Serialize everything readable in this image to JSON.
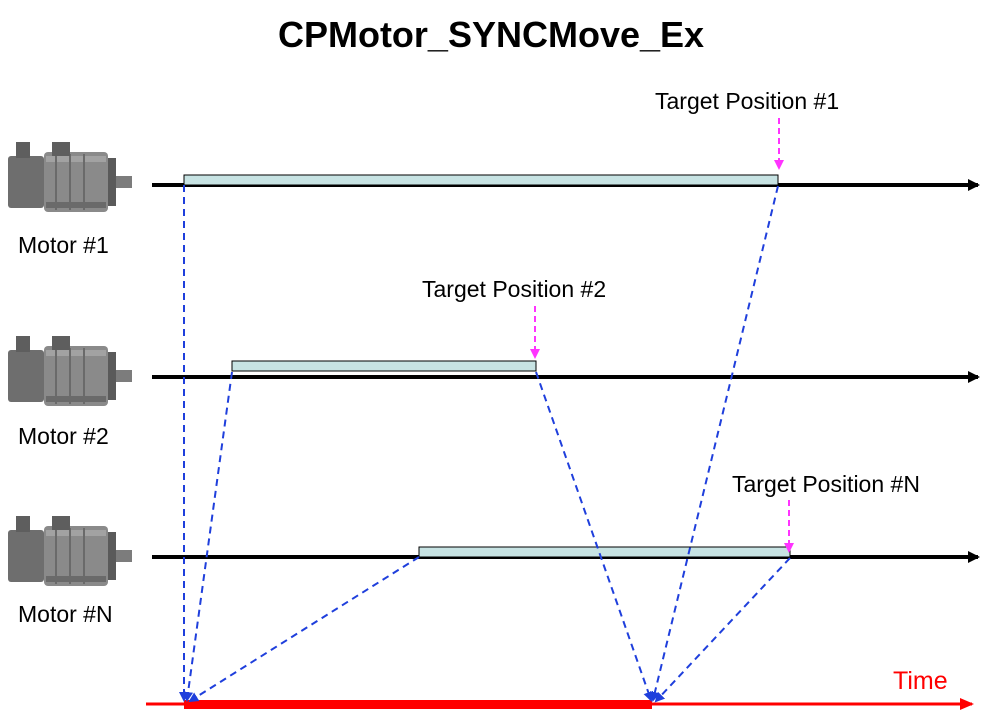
{
  "title": "CPMotor_SYNCMove_Ex",
  "motors": [
    {
      "label": "Motor #1",
      "target_label": "Target Position #1"
    },
    {
      "label": "Motor #2",
      "target_label": "Target Position #2"
    },
    {
      "label": "Motor #N",
      "target_label": "Target Position #N"
    }
  ],
  "time_label": "Time",
  "colors": {
    "axis": "#000000",
    "move_bar_fill": "#c7e3e3",
    "dashed_connector": "#1f3fdc",
    "target_arrow": "#ff33ff",
    "time_axis": "#ff0000",
    "motor_body": "#7a7a7a"
  },
  "icons": [
    "servo-motor-icon"
  ]
}
